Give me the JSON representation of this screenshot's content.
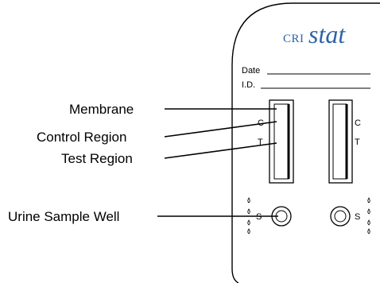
{
  "logo": {
    "prefix": "CRI",
    "suffix": "stat"
  },
  "form": {
    "date_label": "Date",
    "id_label": "I.D."
  },
  "callouts": {
    "membrane": "Membrane",
    "control_region": "Control Region",
    "test_region": "Test Region",
    "sample_well": "Urine Sample Well"
  },
  "left_window": {
    "control_mark": "C",
    "test_mark": "T",
    "well_mark": "S"
  },
  "right_window": {
    "control_mark": "C",
    "test_mark": "T",
    "well_mark": "S"
  },
  "colors": {
    "logo": "#2f63a8",
    "outline": "#000000",
    "background": "#ffffff"
  }
}
